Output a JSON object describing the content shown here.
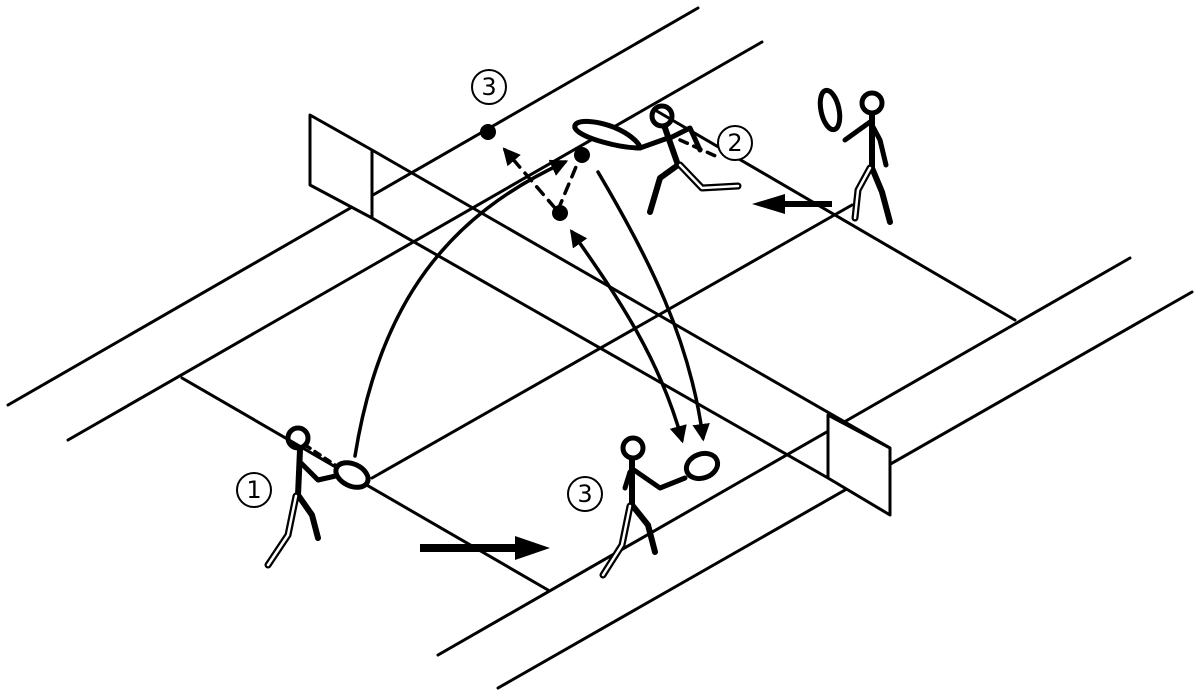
{
  "diagram": {
    "colors": {
      "ink": "#000000",
      "paper": "#ffffff"
    },
    "markers": [
      {
        "id": "m1",
        "label": "1"
      },
      {
        "id": "m2",
        "label": "2"
      },
      {
        "id": "m3a",
        "label": "3"
      },
      {
        "id": "m3b",
        "label": "3"
      }
    ]
  }
}
